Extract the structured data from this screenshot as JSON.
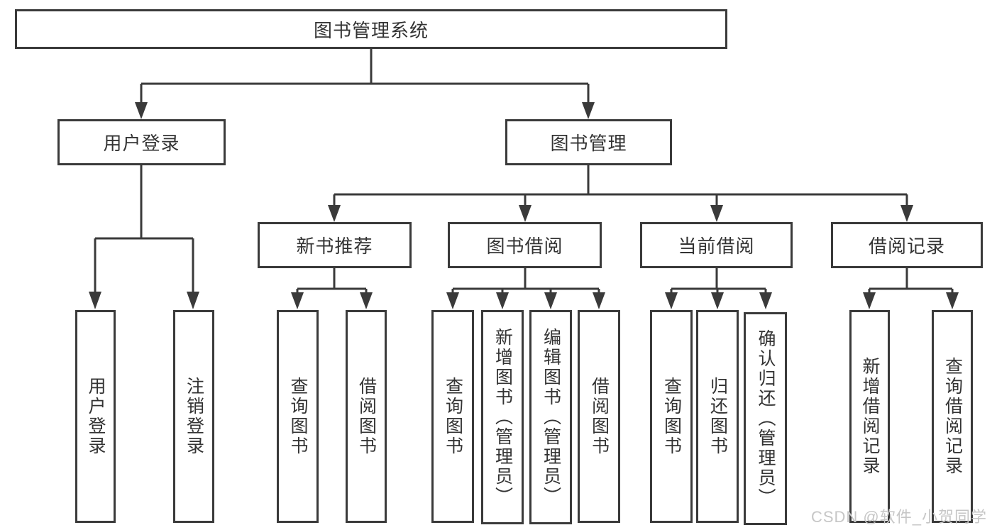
{
  "tree": {
    "label": "图书管理系统",
    "children": [
      {
        "label": "用户登录",
        "children": [
          {
            "label": "用户登录"
          },
          {
            "label": "注销登录"
          }
        ]
      },
      {
        "label": "图书管理",
        "children": [
          {
            "label": "新书推荐",
            "children": [
              {
                "label": "查询图书"
              },
              {
                "label": "借阅图书"
              }
            ]
          },
          {
            "label": "图书借阅",
            "children": [
              {
                "label": "查询图书"
              },
              {
                "label": "新增图书（管理员）"
              },
              {
                "label": "编辑图书（管理员）"
              },
              {
                "label": "借阅图书"
              }
            ]
          },
          {
            "label": "当前借阅",
            "children": [
              {
                "label": "查询图书"
              },
              {
                "label": "归还图书"
              },
              {
                "label": "确认归还（管理员）"
              }
            ]
          },
          {
            "label": "借阅记录",
            "children": [
              {
                "label": "新增借阅记录"
              },
              {
                "label": "查询借阅记录"
              }
            ]
          }
        ]
      }
    ]
  },
  "watermark": {
    "text": "CSDN @软件_小贺同学"
  },
  "colors": {
    "line": "#3a3a3a",
    "text": "#333333",
    "background": "#ffffff",
    "watermark": "#c6c6c6"
  }
}
